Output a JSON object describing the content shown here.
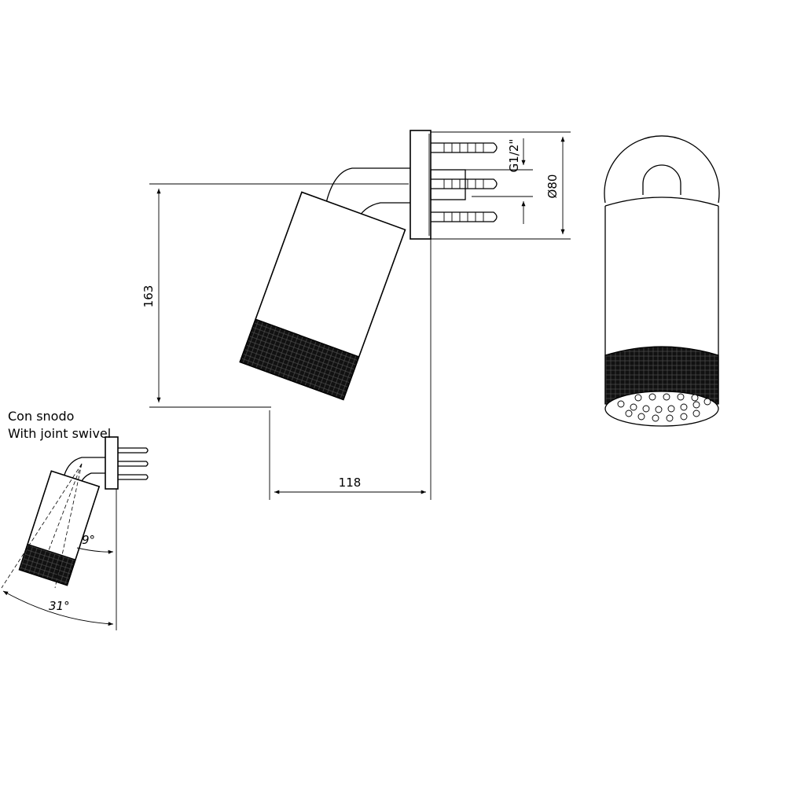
{
  "notes": {
    "line1": "Con snodo",
    "line2": "With joint swivel"
  },
  "dimensions": {
    "height": "163",
    "depth": "118",
    "thread": "G1/2\"",
    "diameter": "Ø80",
    "tilt_small": "9°",
    "tilt_large": "31°"
  },
  "colors": {
    "line": "#000000",
    "background": "#ffffff"
  }
}
